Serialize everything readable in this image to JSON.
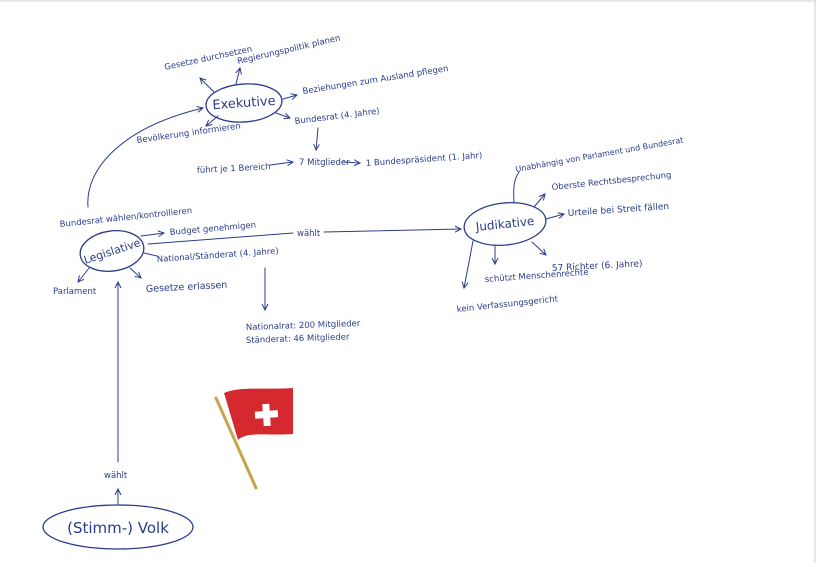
{
  "colors": {
    "ink": "#2b3c8a",
    "flag_red": "#d42a2f",
    "flag_cross": "#ffffff",
    "pole": "#c8a44a",
    "border": "#cfcfcf"
  },
  "nodes": {
    "exekutive": "Exekutive",
    "legislative": "Legislative",
    "judikative": "Judikative",
    "volk": "(Stimm-) Volk"
  },
  "exekutive_branches": {
    "gesetze_durchsetzen": "Gesetze durchsetzen",
    "regierungspolitik": "Regierungspolitik planen",
    "beziehungen": "Beziehungen zum Ausland pflegen",
    "bundesrat": "Bundesrat (4. Jahre)",
    "bevoelkerung": "Bevölkerung informieren",
    "bereich": "führt je 1 Bereich",
    "mitglieder": "7 Mitglieder",
    "bundespraesident": "1 Bundespräsident (1. Jahr)"
  },
  "legislative_branches": {
    "bundesrat_waehlen": "Bundesrat wählen/kontrollieren",
    "budget": "Budget genehmigen",
    "national_staenderat": "National/Ständerat (4. Jahre)",
    "parlament": "Parlament",
    "gesetze_erlassen": "Gesetze erlassen",
    "waehlt": "wählt",
    "nationalrat": "Nationalrat: 200 Mitglieder",
    "staenderat": "Ständerat: 46 Mitglieder"
  },
  "judikative_branches": {
    "unabhaengig": "Unabhängig von Parlament und Bundesrat",
    "oberste": "Oberste Rechtsbesprechung",
    "urteile": "Urteile bei Streit fällen",
    "richter": "57 Richter (6. Jahre)",
    "menschenrechte": "schützt Menschenrechte",
    "verfassungsgericht": "kein Verfassungsgericht"
  },
  "volk_branches": {
    "waehlt": "wählt"
  },
  "flag": {
    "icon": "swiss-flag-icon"
  }
}
